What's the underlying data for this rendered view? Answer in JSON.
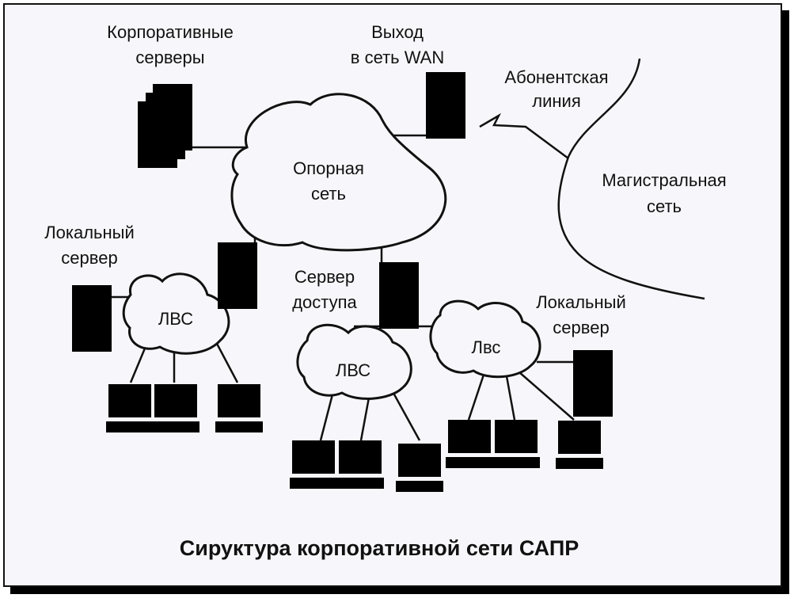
{
  "labels": {
    "corporate_servers_line1": "Корпоративные",
    "corporate_servers_line2": "серверы",
    "wan_exit_line1": "Выход",
    "wan_exit_line2": "в сеть WAN",
    "subscriber_line_line1": "Абонентская",
    "subscriber_line_line2": "линия",
    "backbone_net_line1": "Опорная",
    "backbone_net_line2": "сеть",
    "trunk_net_line1": "Магистральная",
    "trunk_net_line2": "сеть",
    "local_server_left_line1": "Локальный",
    "local_server_left_line2": "сервер",
    "access_server_line1": "Сервер",
    "access_server_line2": "доступа",
    "local_server_right_line1": "Локальный",
    "local_server_right_line2": "сервер",
    "lan_left": "ЛВС",
    "lan_center": "ЛВС",
    "lan_right": "Лвс"
  },
  "title": "Сируктура корпоративной сети САПР"
}
